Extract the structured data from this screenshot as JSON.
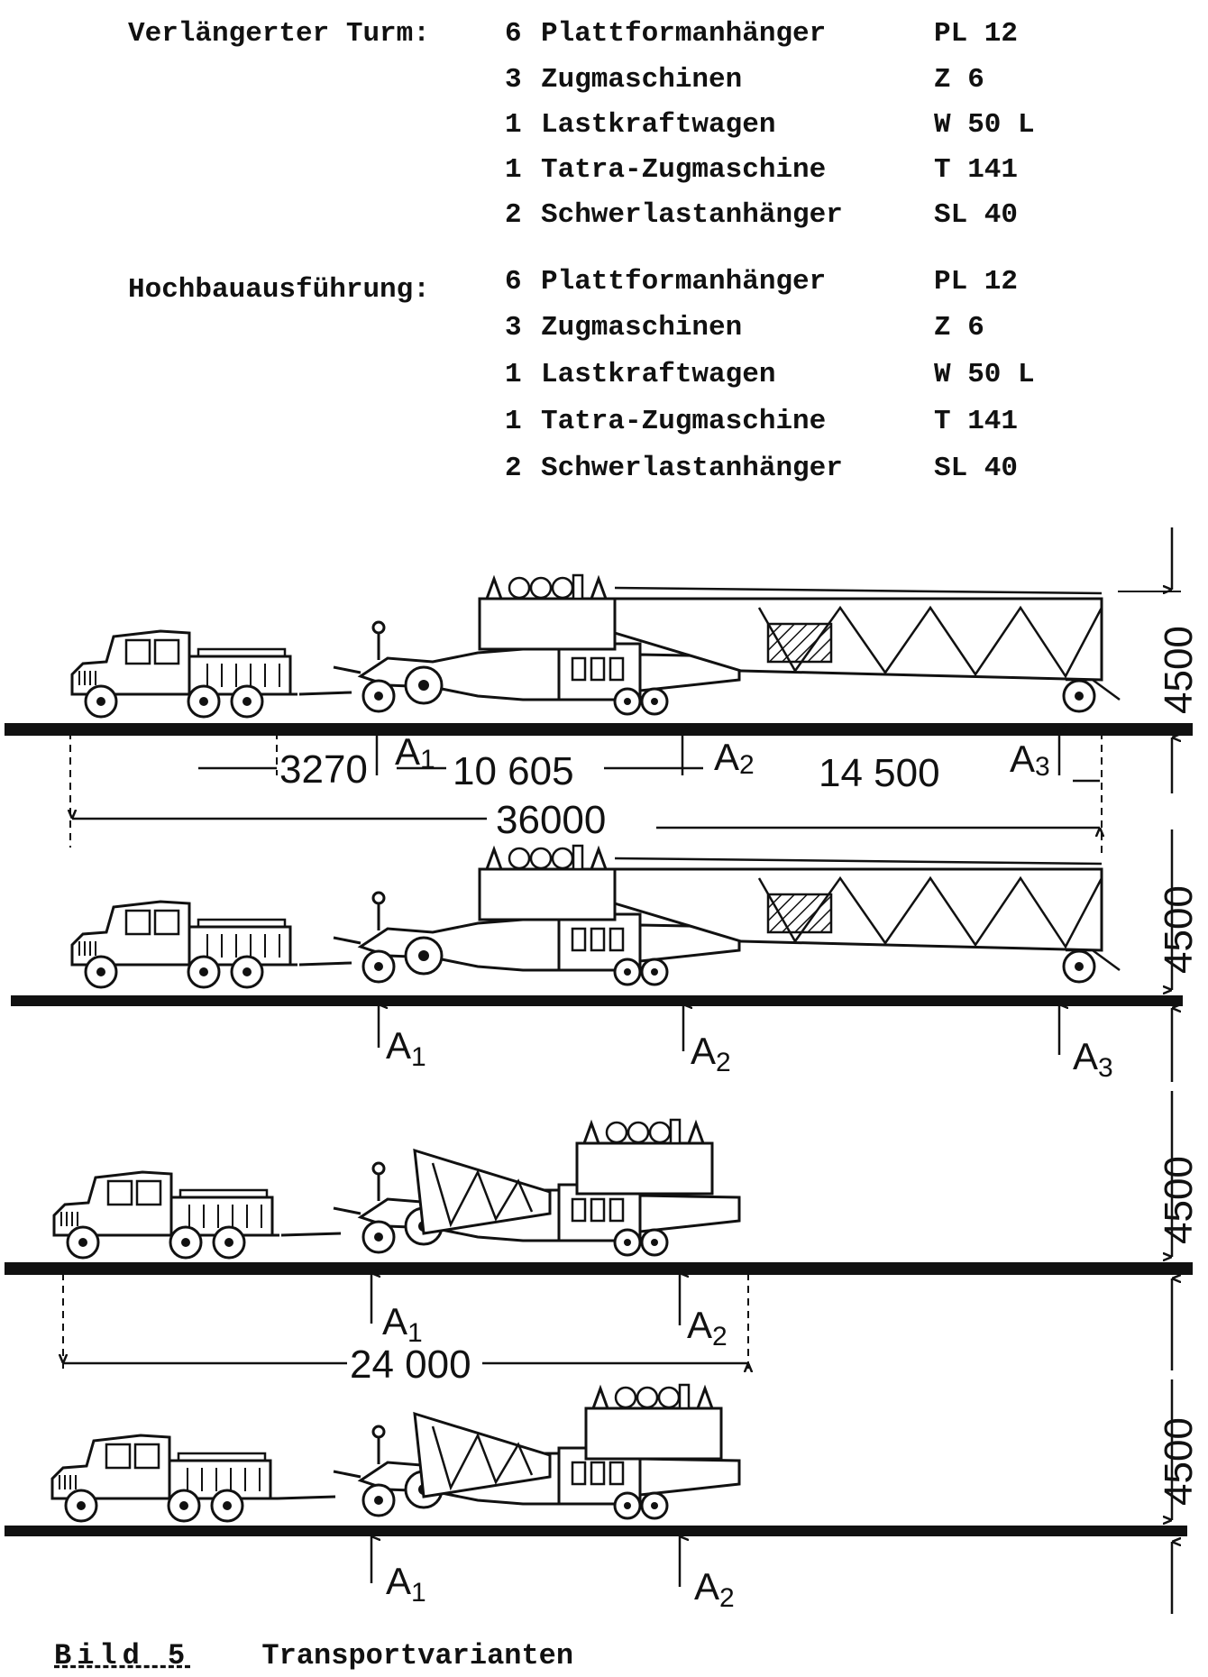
{
  "lists": [
    {
      "label": "Verlängerter Turm:",
      "items": [
        {
          "qty": "6",
          "name": "Plattformanhänger",
          "code": "PL 12"
        },
        {
          "qty": "3",
          "name": "Zugmaschinen",
          "code": "Z 6"
        },
        {
          "qty": "1",
          "name": "Lastkraftwagen",
          "code": "W 50 L"
        },
        {
          "qty": "1",
          "name": "Tatra-Zugmaschine",
          "code": "T 141"
        },
        {
          "qty": "2",
          "name": "Schwerlastanhänger",
          "code": "SL 40"
        }
      ]
    },
    {
      "label": "Hochbauausführung:",
      "items": [
        {
          "qty": "6",
          "name": "Plattformanhänger",
          "code": "PL 12"
        },
        {
          "qty": "3",
          "name": "Zugmaschinen",
          "code": "Z 6"
        },
        {
          "qty": "1",
          "name": "Lastkraftwagen",
          "code": "W 50 L"
        },
        {
          "qty": "1",
          "name": "Tatra-Zugmaschine",
          "code": "T 141"
        },
        {
          "qty": "2",
          "name": "Schwerlastanhänger",
          "code": "SL 40"
        }
      ]
    }
  ],
  "dimensions": {
    "d1": "3270",
    "d2": "10 605",
    "d3": "14 500",
    "total1": "36000",
    "total2": "24 000",
    "height": "4500"
  },
  "axles": {
    "a1_letter": "A",
    "a1_sub": "1",
    "a2_letter": "A",
    "a2_sub": "2",
    "a3_letter": "A",
    "a3_sub": "3"
  },
  "caption": {
    "figure": "Bild 5",
    "title": "Transportvarianten"
  }
}
